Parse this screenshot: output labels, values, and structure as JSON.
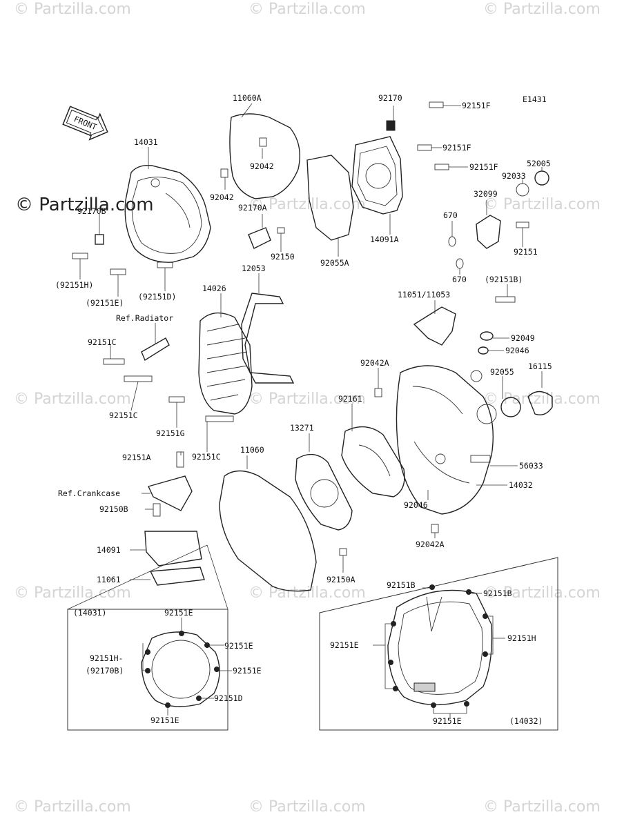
{
  "diagram_id": "E1431",
  "front_label": "FRONT",
  "brand_label": "© Partzilla.com",
  "watermark_text": "© Partzilla.com",
  "callouts": {
    "c11060A": "11060A",
    "c92170": "92170",
    "c92151F_1": "92151F",
    "c92151F_2": "92151F",
    "c92151F_3": "92151F",
    "c52005": "52005",
    "c92033": "92033",
    "c32099": "32099",
    "c14031": "14031",
    "c92042_1": "92042",
    "c92042_2": "92042",
    "c92170A": "92170A",
    "c92170B": "92170B",
    "c92150": "92150",
    "c92055A": "92055A",
    "c14091A": "14091A",
    "c670_1": "670",
    "c670_2": "670",
    "c92151": "92151",
    "c92151H": "(92151H)",
    "c92151E": "(92151E)",
    "c92151D": "(92151D)",
    "c12053": "12053",
    "c14026": "14026",
    "c92151B": "(92151B)",
    "c11051": "11051/11053",
    "ref_radiator": "Ref.Radiator",
    "c92049": "92049",
    "c92046_1": "92046",
    "c92151C_1": "92151C",
    "c92042A_1": "92042A",
    "c92055": "92055",
    "c16115": "16115",
    "c92161": "92161",
    "c92151C_2": "92151C",
    "c92151G": "92151G",
    "c92151C_3": "92151C",
    "c13271": "13271",
    "c11060": "11060",
    "c92151A": "92151A",
    "c56033": "56033",
    "c14032": "14032",
    "ref_crankcase": "Ref.Crankcase",
    "c92150B": "92150B",
    "c92046_2": "92046",
    "c92042A_2": "92042A",
    "c14091": "14091",
    "c11061": "11061",
    "c92150A": "92150A"
  },
  "inset_left": {
    "title": "(14031)",
    "labels": {
      "top": "92151E",
      "right_top": "92151E",
      "right_mid": "92151E",
      "bottom_right": "92151D",
      "bottom": "92151E",
      "left_a": "92151H-",
      "left_b": "(92170B)"
    }
  },
  "inset_right": {
    "title": "(14032)",
    "labels": {
      "top_left": "92151B",
      "top_right": "92151B",
      "right": "92151H",
      "left": "92151E",
      "bottom": "92151E"
    }
  }
}
